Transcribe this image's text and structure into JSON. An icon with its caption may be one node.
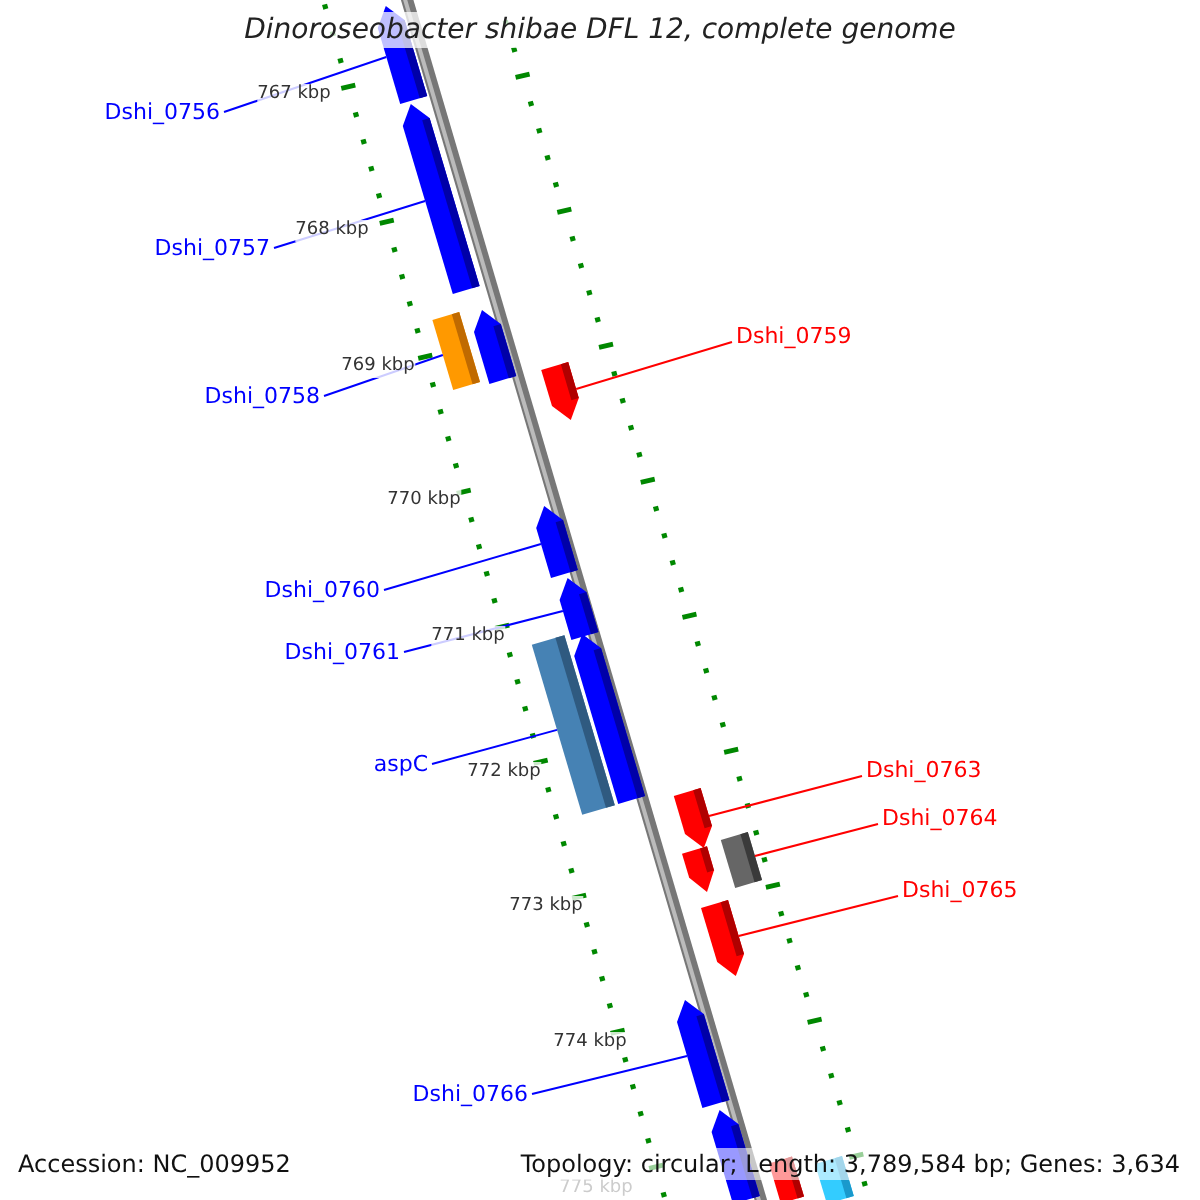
{
  "diagram": {
    "title": "Dinoroseobacter shibae DFL 12, complete genome",
    "nodes": [
      {
        "text": [
          "Dshi_0756"
        ]
      },
      {
        "text": [
          "Dshi_0757"
        ]
      },
      {
        "text": [
          "Dshi_0759"
        ]
      },
      {
        "text": [
          "Dshi_0758"
        ]
      },
      {
        "text": [
          "Dshi_0760"
        ]
      },
      {
        "text": [
          "Dshi_0761"
        ]
      },
      {
        "text": [
          "aspC"
        ]
      },
      {
        "text": [
          "Dshi_0763"
        ]
      },
      {
        "text": [
          "Dshi_0764"
        ]
      },
      {
        "text": [
          "Dshi_0765"
        ]
      },
      {
        "text": [
          "Dshi_0766"
        ]
      },
      {
        "text": [],
        "shape": "arrow"
      },
      {
        "text": [],
        "shape": "arrow"
      },
      {
        "text": [],
        "shape": "bar"
      },
      {
        "text": [],
        "shape": "arrow"
      },
      {
        "text": [],
        "shape": "arrow"
      },
      {
        "text": [],
        "shape": "arrow"
      },
      {
        "text": [],
        "shape": "arrow"
      },
      {
        "text": [],
        "shape": "bar"
      },
      {
        "text": [],
        "shape": "arrow"
      },
      {
        "text": [],
        "shape": "arrow"
      },
      {
        "text": [],
        "shape": "arrow"
      },
      {
        "text": [],
        "shape": "bar"
      },
      {
        "text": [],
        "shape": "arrow"
      },
      {
        "text": [],
        "shape": "arrow"
      },
      {
        "text": [],
        "shape": "arrow"
      },
      {
        "text": [],
        "shape": "bar"
      },
      {
        "text": [],
        "shape": "bar"
      }
    ],
    "edges": [
      {
        "from": 0,
        "to": 11,
        "arrow": "none"
      },
      {
        "from": 1,
        "to": 12,
        "arrow": "none"
      },
      {
        "from": 2,
        "to": 15,
        "arrow": "none",
        "color": "#ff0000"
      },
      {
        "from": 3,
        "to": 13,
        "arrow": "none"
      },
      {
        "from": 4,
        "to": 16,
        "arrow": "none"
      },
      {
        "from": 5,
        "to": 17,
        "arrow": "none"
      },
      {
        "from": 6,
        "to": 18,
        "arrow": "none"
      },
      {
        "from": 7,
        "to": 20,
        "arrow": "none",
        "color": "#ff0000"
      },
      {
        "from": 8,
        "to": 22,
        "arrow": "none",
        "color": "#ff0000"
      },
      {
        "from": 9,
        "to": 23,
        "arrow": "none",
        "color": "#ff0000"
      },
      {
        "from": 10,
        "to": 24,
        "arrow": "none"
      }
    ],
    "labels": [
      "767 kbp",
      "768 kbp",
      "769 kbp",
      "770 kbp",
      "771 kbp",
      "772 kbp",
      "773 kbp",
      "774 kbp",
      "775 kbp",
      "Accession: NC_009952",
      "Topology: circular; Length: 3,789,584 bp; Genes: 3,634"
    ]
  }
}
